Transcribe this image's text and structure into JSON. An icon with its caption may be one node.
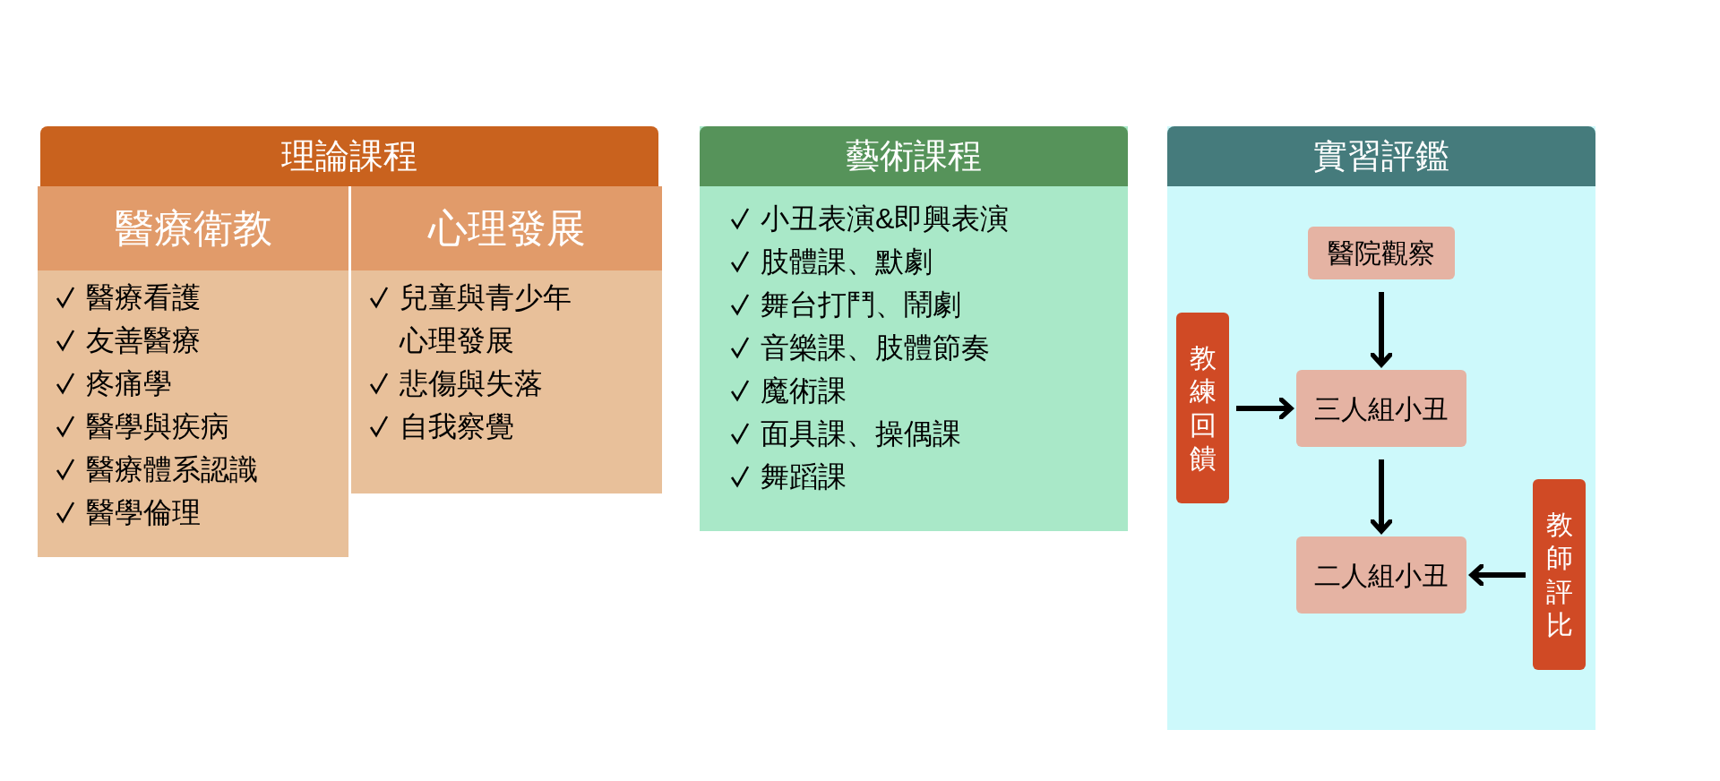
{
  "diagram": {
    "nodes": [
      {
        "text": [
          "理論課程"
        ]
      },
      {
        "text": [
          "醫療衛教",
          "醫療看護",
          "友善醫療",
          "疼痛學",
          "醫學與疾病",
          "醫療體系認識",
          "醫學倫理"
        ]
      },
      {
        "text": [
          "心理發展",
          "兒童與青少年心理發展",
          "悲傷與失落",
          "自我察覺"
        ]
      },
      {
        "text": [
          "藝術課程",
          "小丑表演&即興表演",
          "肢體課、默劇",
          "舞台打鬥、鬧劇",
          "音樂課、肢體節奏",
          "魔術課",
          "面具課、操偶課",
          "舞蹈課"
        ]
      },
      {
        "text": [
          "實習評鑑"
        ]
      },
      {
        "text": [
          "醫院觀察"
        ],
        "in": 4
      },
      {
        "text": [
          "教練回饋"
        ],
        "in": 4
      },
      {
        "text": [
          "三人組小丑"
        ],
        "in": 4
      },
      {
        "text": [
          "教師評比"
        ],
        "in": 4
      },
      {
        "text": [
          "二人組小丑"
        ],
        "in": 4
      }
    ],
    "edges": [
      {
        "from": 5,
        "to": 7,
        "arrow": "to"
      },
      {
        "from": 6,
        "to": 7,
        "arrow": "to"
      },
      {
        "from": 7,
        "to": 9,
        "arrow": "to"
      },
      {
        "from": 8,
        "to": 9,
        "arrow": "to"
      }
    ]
  }
}
